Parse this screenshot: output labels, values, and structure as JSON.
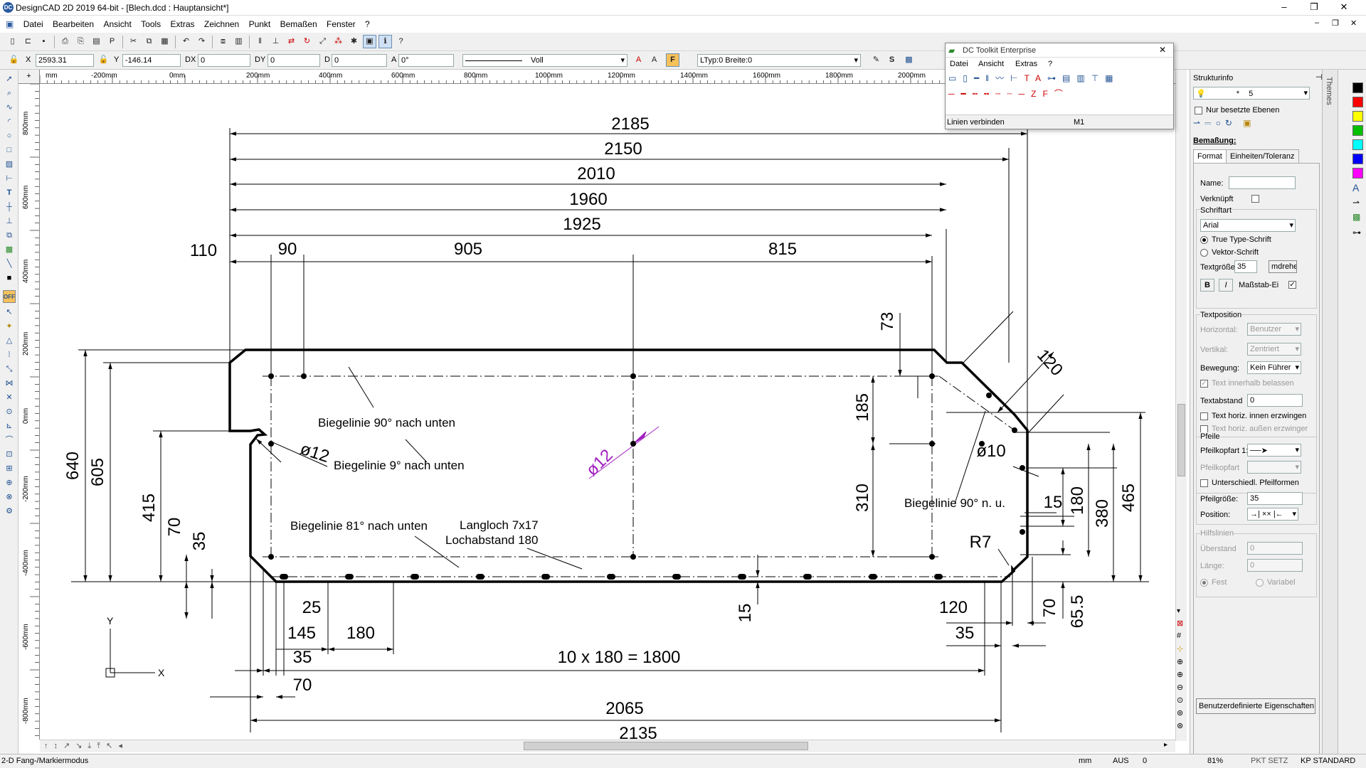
{
  "window": {
    "title": "DesignCAD 2D 2019 64-bit - [Blech.dcd : Hauptansicht*]",
    "app_icon": "DC"
  },
  "menu": [
    "Datei",
    "Bearbeiten",
    "Ansicht",
    "Tools",
    "Extras",
    "Zeichnen",
    "Punkt",
    "Bemaßen",
    "Fenster",
    "?"
  ],
  "coords": {
    "x_label": "X",
    "x": "2593.31",
    "y_label": "Y",
    "y": "-146.14",
    "dx_label": "DX",
    "dx": "0",
    "dy_label": "DY",
    "dy": "0",
    "d_label": "D",
    "d": "0",
    "a_label": "A",
    "a": "0°"
  },
  "linestyle": {
    "style": "Voll",
    "ltyp": "LTyp:0  Breite:0"
  },
  "ruler": {
    "h_ticks": [
      "-200mm",
      "0mm",
      "200mm",
      "400mm",
      "600mm",
      "800mm",
      "1000mm",
      "1200mm",
      "1400mm",
      "1600mm",
      "1800mm",
      "2000mm"
    ],
    "h_first": "mm",
    "v_ticks": [
      "800mm",
      "600mm",
      "400mm",
      "200mm",
      "0mm",
      "-200mm",
      "-400mm",
      "-600mm",
      "-800mm"
    ]
  },
  "toolkit": {
    "title": "DC Toolkit Enterprise",
    "menu": [
      "Datei",
      "Ansicht",
      "Extras",
      "?"
    ],
    "status": "Linien verbinden",
    "mode": "M1"
  },
  "struct": {
    "title": "Strukturinfo",
    "layer_value": "5",
    "layer_star": "*",
    "only_used_layers": "Nur besetzte Ebenen",
    "section": "Bemaßung:",
    "tabs": [
      "Format",
      "Einheiten/Toleranz"
    ],
    "name_label": "Name:",
    "linked_label": "Verknüpft",
    "font_group": "Schriftart",
    "font_value": "Arial",
    "truetype": "True Type-Schrift",
    "vector": "Vektor-Schrift",
    "textsize_label": "Textgröße:",
    "textsize": "35",
    "rotate_btn": "mdrehe",
    "bold": "B",
    "italic": "I",
    "scale_label": "Maßstab-Ei",
    "textpos_group": "Textposition",
    "horizontal_label": "Horizontal:",
    "horizontal_value": "Benutzer",
    "vertical_label": "Vertikal:",
    "vertical_value": "Zentriert",
    "movement_label": "Bewegung:",
    "movement_value": "Kein Führer",
    "text_inside": "Text innerhalb belassen",
    "textgap_label": "Textabstand",
    "textgap": "0",
    "text_horiz_inside": "Text horiz. innen erzwingen",
    "text_horiz_outside": "Text horiz. außen erzwinger",
    "arrows_group": "Pfeile",
    "arrow1_label": "Pfeilkopfart 1:",
    "arrow_label": "Pfeilkopfart",
    "diff_arrows": "Unterschiedl. Pfeilformen",
    "arrowsize_label": "Pfeilgröße:",
    "arrowsize": "35",
    "position_label": "Position:",
    "position_value": "→| ×× |←",
    "helplines_group": "Hilfslinien",
    "overhang_label": "Überstand",
    "overhang": "0",
    "length_label": "Länge:",
    "length": "0",
    "fixed": "Fest",
    "variable": "Variabel",
    "custom_props": "Benutzerdefinierte Eigenschaften"
  },
  "themes_label": "Themes",
  "palette": [
    "#000000",
    "#ff0000",
    "#ffff00",
    "#00c000",
    "#00ffff",
    "#0000ff",
    "#ff00ff"
  ],
  "status": {
    "mode": "2-D Fang-/Markiermodus",
    "unit": "mm",
    "aus": "AUS",
    "zero": "0",
    "zoom": "81%",
    "pkt": "PKT SETZ",
    "kp": "KP STANDARD"
  },
  "drawing": {
    "dims_top": [
      "2185",
      "2150",
      "2010",
      "1960",
      "1925"
    ],
    "dims_row": [
      "110",
      "90",
      "905",
      "815"
    ],
    "dim_73": "73",
    "dim_120_diag": "120",
    "dim_185": "185",
    "dim_310": "310",
    "dim_640": "640",
    "dim_605": "605",
    "dim_415": "415",
    "dim_70_left": "70",
    "dim_35_left": "35",
    "dia12": "ø12",
    "dia12_sel": "ø12",
    "dia10": "ø10",
    "dim_15_right": "15",
    "dim_180_right": "180",
    "dim_380": "380",
    "dim_465": "465",
    "r7": "R7",
    "dim_15_bottom": "15",
    "dim_25": "25",
    "dim_145": "145",
    "dim_180_bottom": "180",
    "dim_35_bottom": "35",
    "dim_series": "10 x 180 = 1800",
    "dim_70_bottom": "70",
    "dim_120_bottom": "120",
    "dim_35_right": "35",
    "dim_70_right": "70",
    "dim_655": "65.5",
    "dim_2065": "2065",
    "dim_2135": "2135",
    "lbl_bend1": "Biegelinie 90° nach unten",
    "lbl_bend2": "Biegelinie 9° nach unten",
    "lbl_bend3": "Biegelinie 81° nach unten",
    "lbl_bend4": "Biegelinie 90° n. u.",
    "lbl_slot1": "Langloch 7x17",
    "lbl_slot2": "Lochabstand 180",
    "axis_y": "Y",
    "axis_x": "X"
  }
}
